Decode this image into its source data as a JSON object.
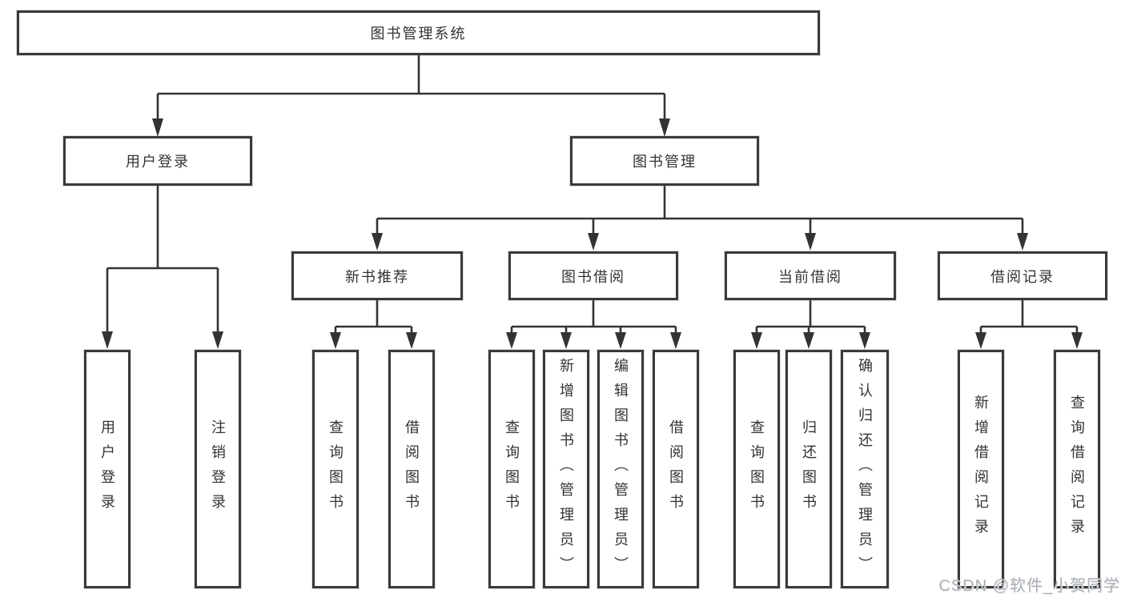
{
  "diagram_type": "hierarchy-tree",
  "colors": {
    "background": "#ffffff",
    "box_border": "#3a3a3a",
    "connector": "#333333",
    "text": "#333333",
    "watermark": "#adb2b7"
  },
  "hierarchy": {
    "label": "图书管理系统",
    "children": [
      {
        "label": "用户登录",
        "children": [
          {
            "label": "用户登录"
          },
          {
            "label": "注销登录"
          }
        ]
      },
      {
        "label": "图书管理",
        "children": [
          {
            "label": "新书推荐",
            "children": [
              {
                "label": "查询图书"
              },
              {
                "label": "借阅图书"
              }
            ]
          },
          {
            "label": "图书借阅",
            "children": [
              {
                "label": "查询图书"
              },
              {
                "label": "新增图书（管理员）"
              },
              {
                "label": "编辑图书（管理员）"
              },
              {
                "label": "借阅图书"
              }
            ]
          },
          {
            "label": "当前借阅",
            "children": [
              {
                "label": "查询图书"
              },
              {
                "label": "归还图书"
              },
              {
                "label": "确认归还（管理员）"
              }
            ]
          },
          {
            "label": "借阅记录",
            "children": [
              {
                "label": "新增借阅记录"
              },
              {
                "label": "查询借阅记录"
              }
            ]
          }
        ]
      }
    ]
  },
  "watermark": {
    "text": "CSDN @软件_小贺同学"
  }
}
